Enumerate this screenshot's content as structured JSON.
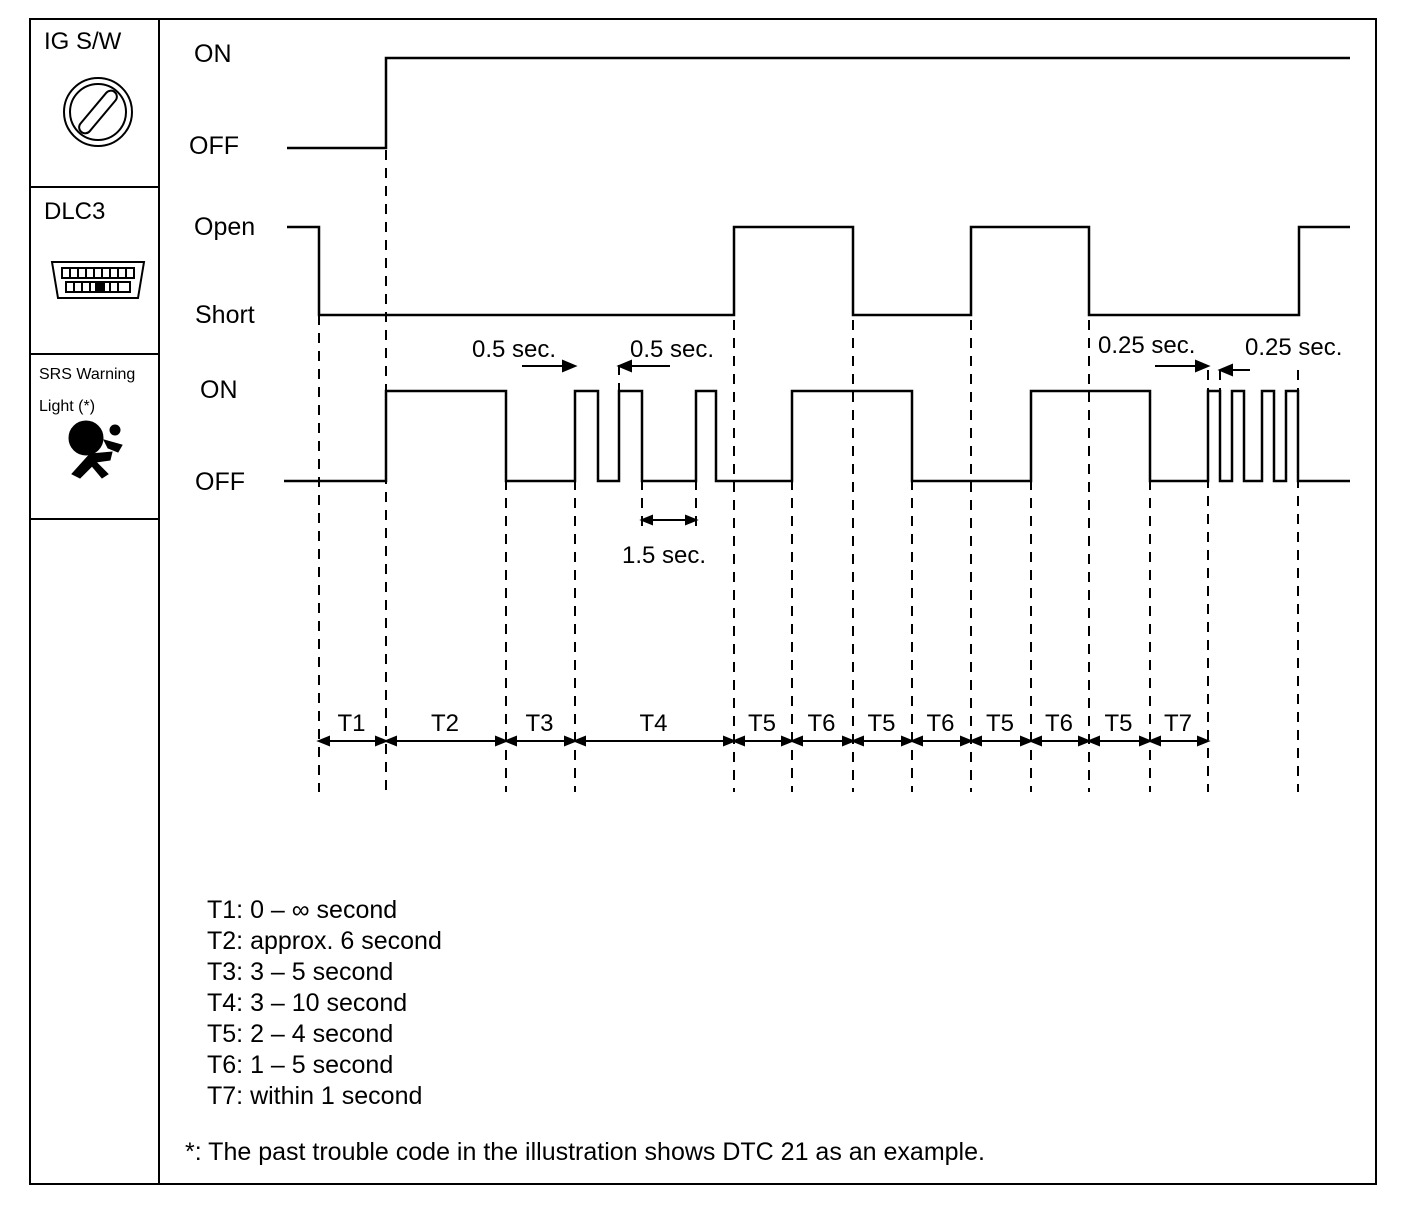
{
  "left_column": {
    "ig_sw": {
      "title": "IG S/W",
      "icon": "ignition-key-icon"
    },
    "dlc3": {
      "title": "DLC3",
      "icon": "connector-icon"
    },
    "srs": {
      "title_line1": "SRS Warning",
      "title_line2": "Light (*)",
      "icon": "airbag-icon"
    }
  },
  "signals": {
    "ig_sw": {
      "high": "ON",
      "low": "OFF"
    },
    "dlc3": {
      "high": "Open",
      "low": "Short"
    },
    "srs": {
      "high": "ON",
      "low": "OFF"
    }
  },
  "durations": {
    "half_sec_left": "0.5 sec.",
    "half_sec_right": "0.5 sec.",
    "one_five_sec": "1.5 sec.",
    "quarter_sec_left": "0.25 sec.",
    "quarter_sec_right": "0.25 sec."
  },
  "intervals": [
    "T1",
    "T2",
    "T3",
    "T4",
    "T5",
    "T6",
    "T5",
    "T6",
    "T5",
    "T6",
    "T5",
    "T7"
  ],
  "legend": [
    "T1: 0 – ∞ second",
    "T2: approx. 6 second",
    "T3: 3 – 5 second",
    "T4: 3 – 10 second",
    "T5: 2 – 4 second",
    "T6: 1 – 5 second",
    "T7: within 1 second"
  ],
  "footnote": "*: The past trouble code in the illustration shows DTC 21 as an example."
}
